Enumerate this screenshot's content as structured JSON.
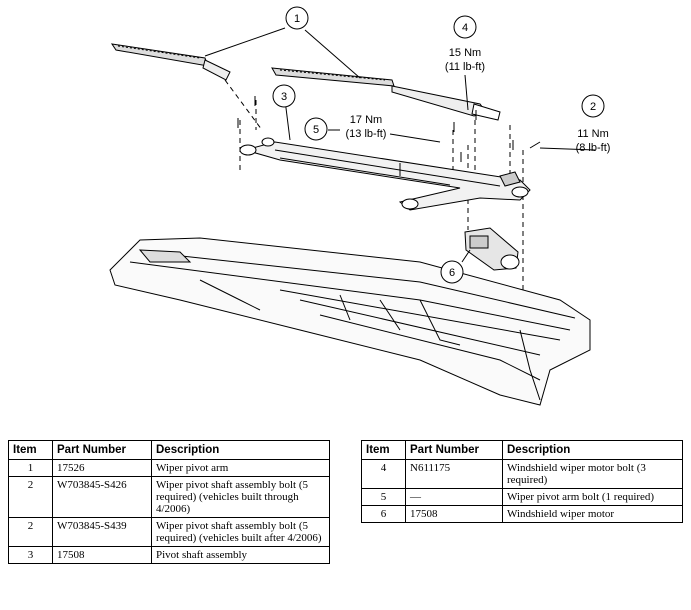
{
  "callouts": [
    {
      "number": "1"
    },
    {
      "number": "2",
      "torque": "11 Nm",
      "torque_imperial": "(8 lb-ft)"
    },
    {
      "number": "3"
    },
    {
      "number": "4",
      "torque": "15 Nm",
      "torque_imperial": "(11 lb-ft)"
    },
    {
      "number": "5",
      "torque": "17 Nm",
      "torque_imperial": "(13 lb-ft)"
    },
    {
      "number": "6"
    }
  ],
  "table": {
    "headers": [
      "Item",
      "Part Number",
      "Description"
    ],
    "left_rows": [
      {
        "item": "1",
        "part": "17526",
        "desc": "Wiper pivot arm"
      },
      {
        "item": "2",
        "part": "W703845-S426",
        "desc": "Wiper pivot shaft assembly bolt (5 required) (vehicles built through 4/2006)"
      },
      {
        "item": "2",
        "part": "W703845-S439",
        "desc": "Wiper pivot shaft assembly bolt (5 required) (vehicles built after 4/2006)"
      },
      {
        "item": "3",
        "part": "17508",
        "desc": "Pivot shaft assembly"
      }
    ],
    "right_rows": [
      {
        "item": "4",
        "part": "N611175",
        "desc": "Windshield wiper motor bolt (3 required)"
      },
      {
        "item": "5",
        "part": "—",
        "desc": "Wiper pivot arm bolt (1 required)"
      },
      {
        "item": "6",
        "part": "17508",
        "desc": "Windshield wiper motor"
      }
    ]
  }
}
